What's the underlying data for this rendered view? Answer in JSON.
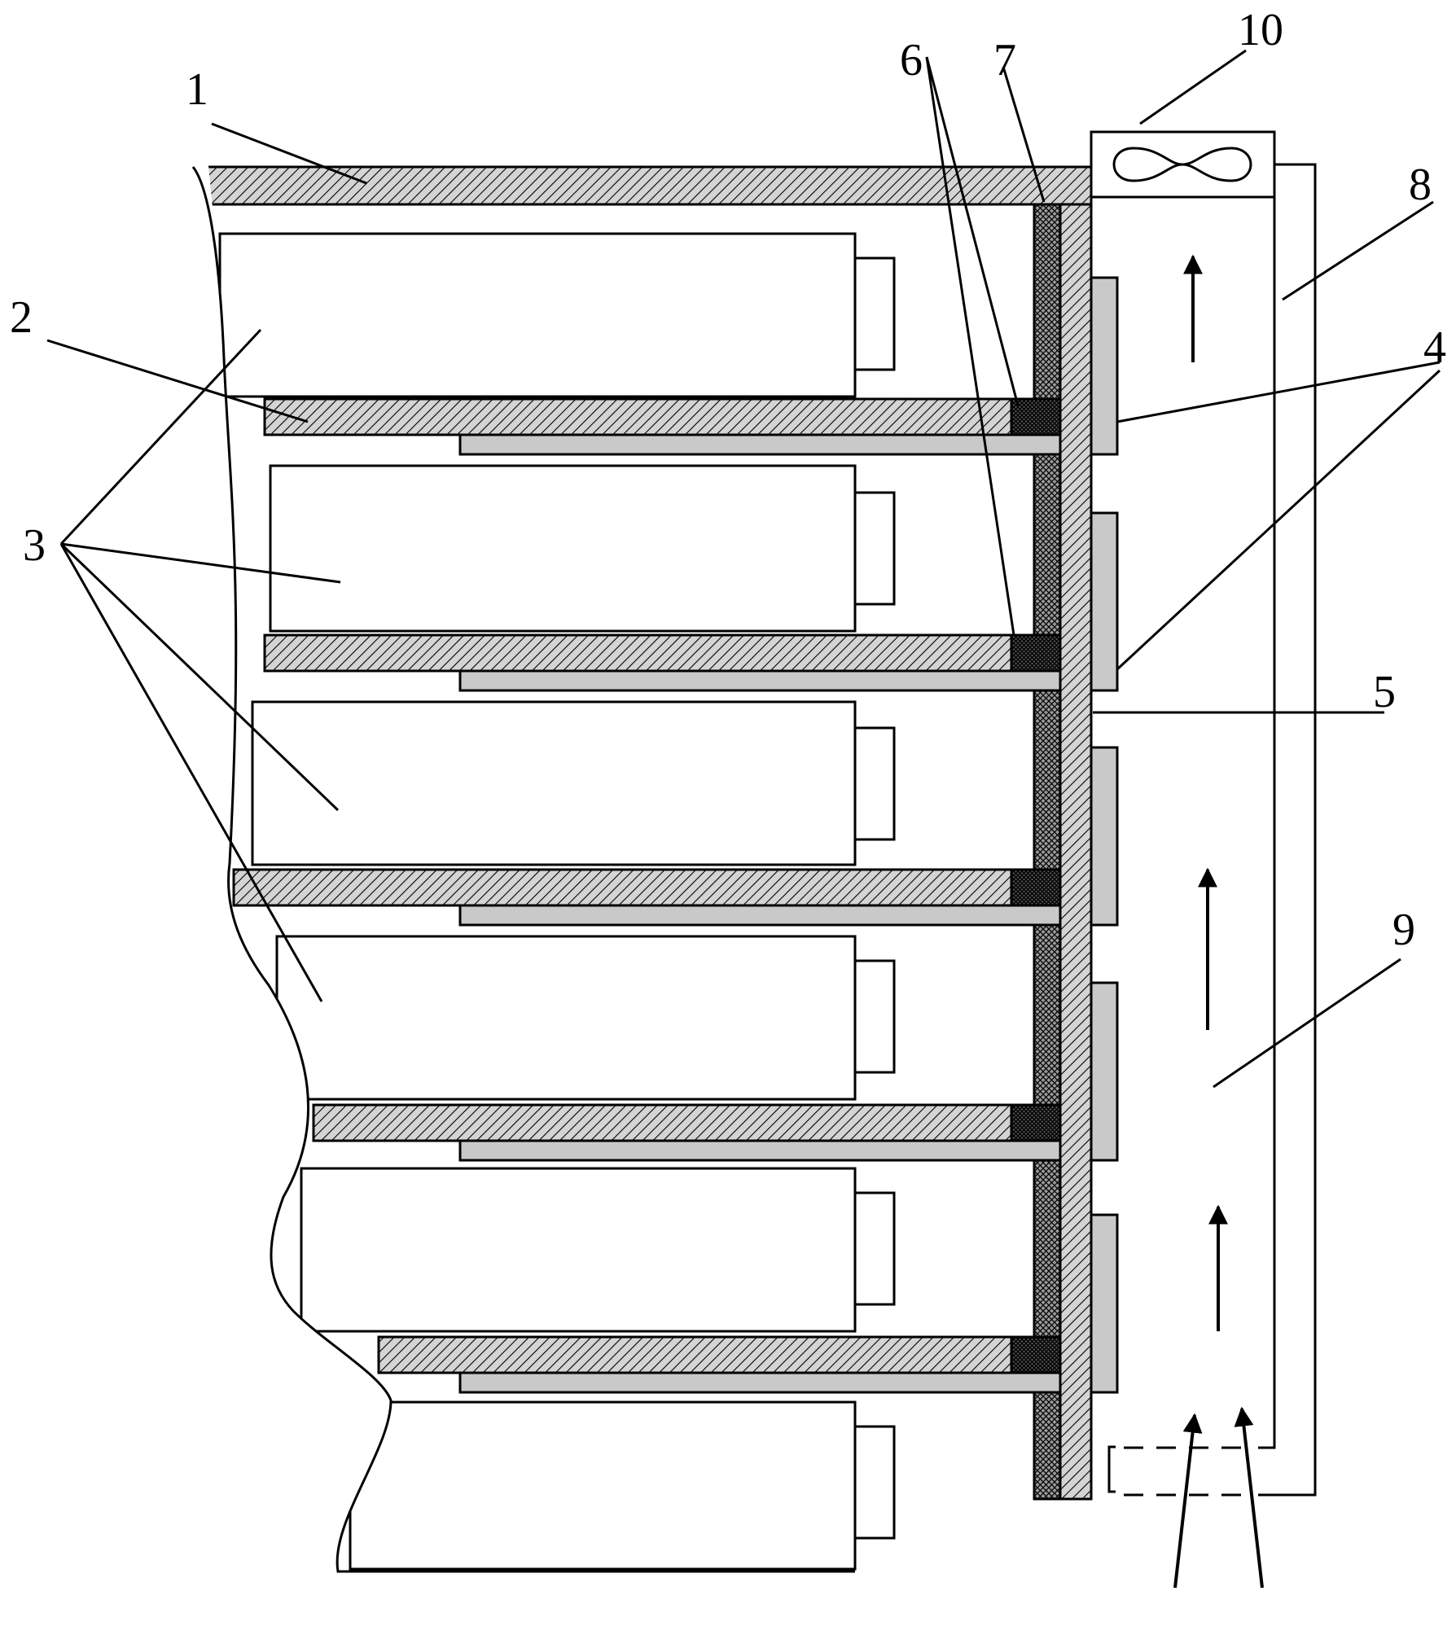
{
  "labels": {
    "l1": "1",
    "l2": "2",
    "l3": "3",
    "l4": "4",
    "l5": "5",
    "l6": "6",
    "l7": "7",
    "l8": "8",
    "l9": "9",
    "l10": "10"
  },
  "colors": {
    "ink": "#000000",
    "plate_fill": "#bdbdbd",
    "fin_fill": "#c9c9c9",
    "background": "#ffffff"
  }
}
